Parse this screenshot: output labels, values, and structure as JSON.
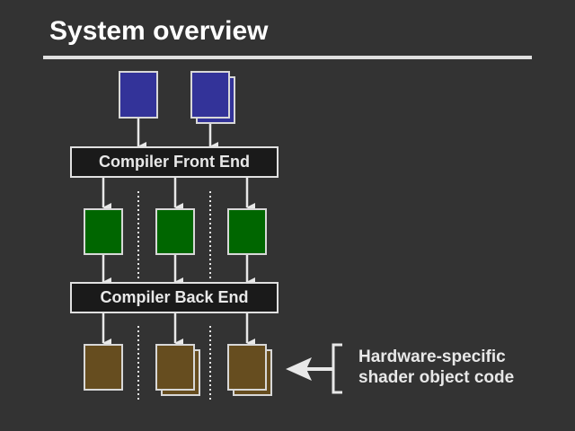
{
  "title": "System overview",
  "stages": {
    "front_end": "Compiler Front End",
    "back_end": "Compiler Back End"
  },
  "inputs": [
    {
      "name": "source-file-single",
      "stacked": false
    },
    {
      "name": "source-files-multiple",
      "stacked": true
    }
  ],
  "intermediate_count": 3,
  "outputs": [
    {
      "name": "object-code-single",
      "stacked": false
    },
    {
      "name": "object-code-multiple-1",
      "stacked": true
    },
    {
      "name": "object-code-multiple-2",
      "stacked": true
    }
  ],
  "annotation": {
    "line1": "Hardware-specific",
    "line2": "shader object code"
  },
  "colors": {
    "background": "#333333",
    "input_doc": "#333399",
    "intermediate": "#006600",
    "output_doc": "#664d1f",
    "stage_box": "#1a1a1a",
    "stroke": "#e0e0e0"
  }
}
